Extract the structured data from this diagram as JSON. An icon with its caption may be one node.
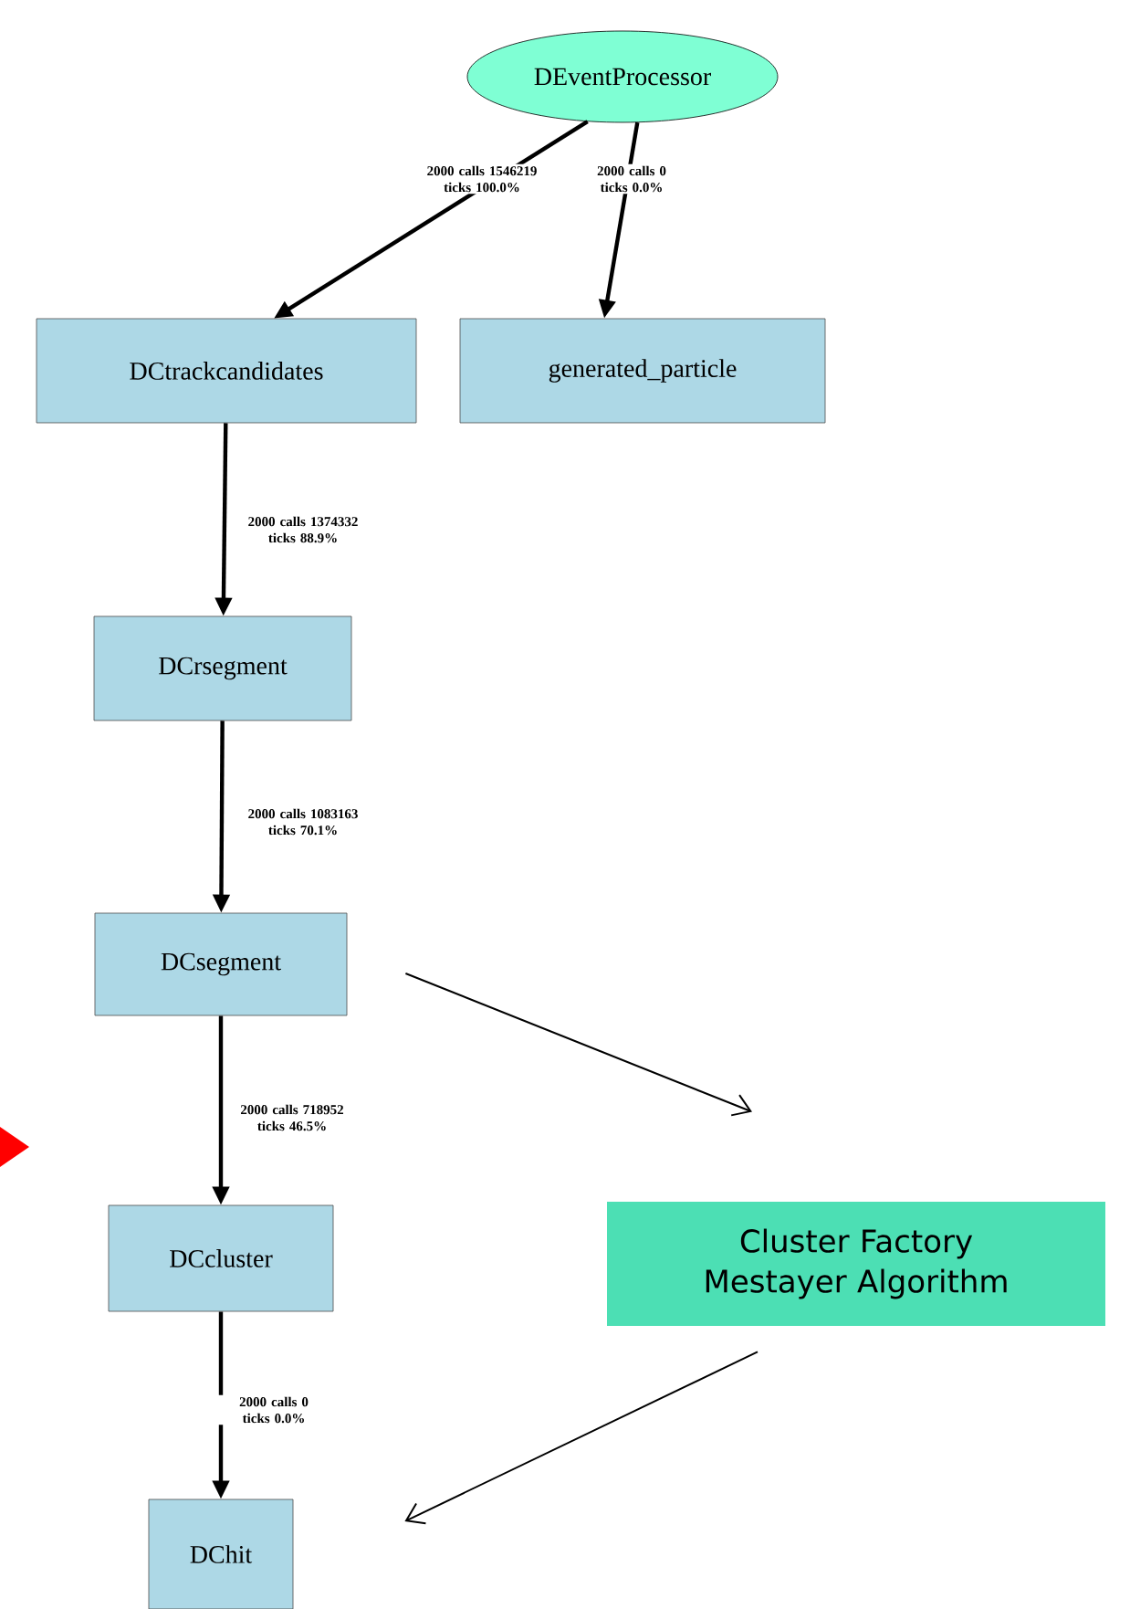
{
  "diagram": {
    "nodes": [
      {
        "text": [
          "DEventProcessor"
        ]
      },
      {
        "text": [
          "DCtrackcandidates"
        ]
      },
      {
        "text": [
          "generated_particle"
        ]
      },
      {
        "text": [
          "DCrsegment"
        ]
      },
      {
        "text": [
          "DCsegment"
        ]
      },
      {
        "text": [
          "DCcluster"
        ]
      },
      {
        "text": [
          "DChit"
        ]
      },
      {
        "text": [
          "Cluster Factory Mestayer Algorithm"
        ]
      }
    ],
    "edges": [
      {
        "from": 0,
        "to": 1,
        "arrow": "to",
        "label": "2000 calls 1546219 ticks 100.0%"
      },
      {
        "from": 0,
        "to": 2,
        "arrow": "to",
        "label": "2000 calls 0 ticks 0.0%"
      },
      {
        "from": 1,
        "to": 3,
        "arrow": "to",
        "label": "2000 calls 1374332 ticks 88.9%"
      },
      {
        "from": 3,
        "to": 4,
        "arrow": "to",
        "label": "2000 calls 1083163 ticks 70.1%"
      },
      {
        "from": 4,
        "to": 5,
        "arrow": "to",
        "label": "2000 calls 718952 ticks 46.5%"
      },
      {
        "from": 5,
        "to": 6,
        "arrow": "to",
        "label": "2000 calls 0 ticks 0.0%"
      },
      {
        "from": 4,
        "to": 7,
        "arrow": "to"
      },
      {
        "from": 7,
        "to": 6,
        "arrow": "to"
      }
    ]
  }
}
